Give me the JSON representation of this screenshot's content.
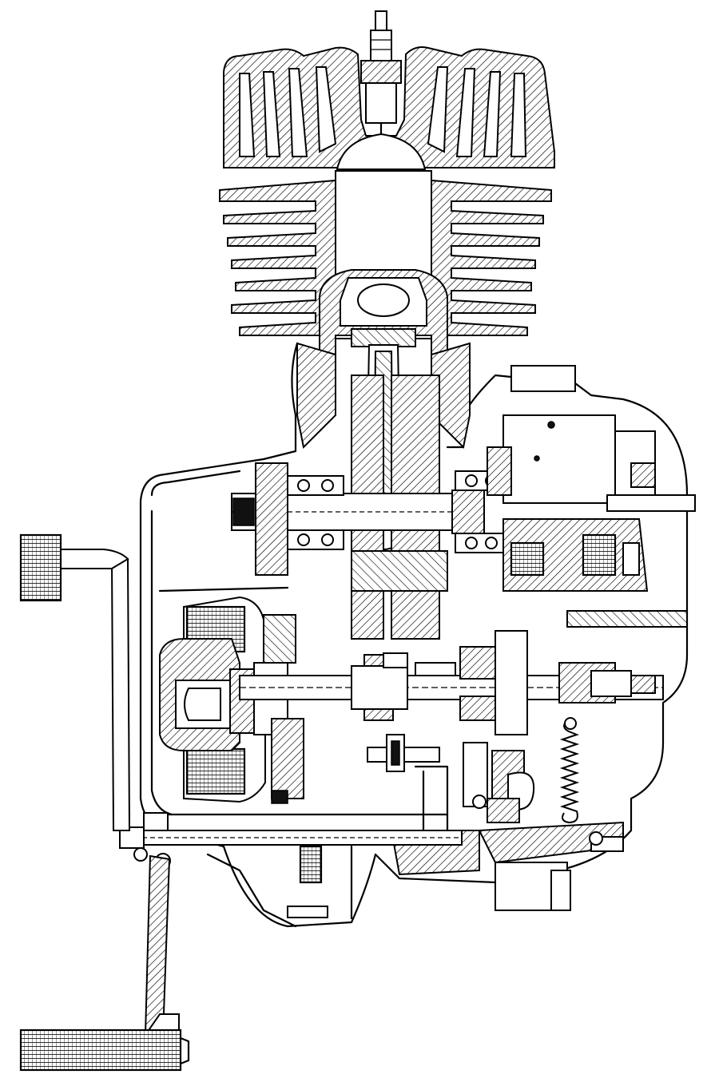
{
  "figure": {
    "kind": "engine-cross-section-line-drawing",
    "colors": {
      "ink": "#000000",
      "paper": "#ffffff"
    },
    "visible_parts": [
      "spark-plug",
      "cylinder-head",
      "cylinder-cooling-fins",
      "piston",
      "connecting-rod",
      "crankshaft",
      "main-bearings",
      "flywheel-magneto",
      "crankcase",
      "clutch-assembly",
      "gearbox-mainshaft",
      "gear-selector",
      "return-spring",
      "kickstart-shaft",
      "kickstart-lever",
      "footrest-rubbers"
    ]
  }
}
